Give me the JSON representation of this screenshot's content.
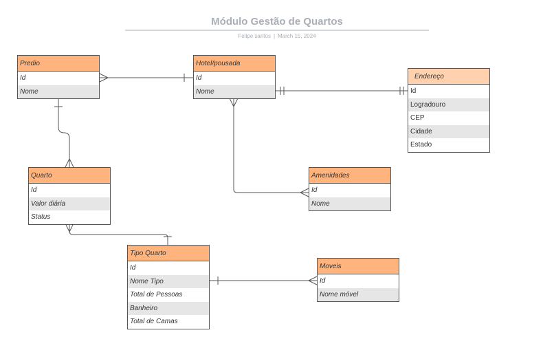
{
  "title": "Módulo Gestão de Quartos",
  "author": "Felipe santos",
  "separator": "|",
  "date": "March 15, 2024",
  "entities": {
    "predio": {
      "name": "Predio",
      "fields": [
        "Id",
        "Nome"
      ]
    },
    "hotel": {
      "name": "Hotel/pousada",
      "fields": [
        "Id",
        "Nome"
      ]
    },
    "endereco": {
      "name": "Endereço",
      "fields": [
        "Id",
        "Logradouro",
        "CEP",
        "Cidade",
        "Estado"
      ]
    },
    "quarto": {
      "name": "Quarto",
      "fields": [
        "Id",
        "Valor diária",
        "Status"
      ]
    },
    "amenidades": {
      "name": "Amenidades",
      "fields": [
        "Id",
        "Nome"
      ]
    },
    "tipo_quarto": {
      "name": "Tipo Quarto",
      "fields": [
        "Id",
        "Nome Tipo",
        "Total de Pessoas",
        "Banheiro",
        "Total de Camas"
      ]
    },
    "moveis": {
      "name": "Moveis",
      "fields": [
        "Id",
        "Nome móvel"
      ]
    }
  },
  "relationships": [
    {
      "from": "predio",
      "to": "hotel",
      "from_end": "many",
      "to_end": "one"
    },
    {
      "from": "hotel",
      "to": "endereco",
      "from_end": "one-mandatory",
      "to_end": "one-mandatory"
    },
    {
      "from": "hotel",
      "to": "amenidades",
      "from_end": "many",
      "to_end": "many"
    },
    {
      "from": "predio",
      "to": "quarto",
      "from_end": "one",
      "to_end": "many"
    },
    {
      "from": "quarto",
      "to": "tipo_quarto",
      "from_end": "many",
      "to_end": "one"
    },
    {
      "from": "tipo_quarto",
      "to": "moveis",
      "from_end": "one",
      "to_end": "many"
    }
  ],
  "colors": {
    "header": "#ffb47e",
    "header_light": "#ffd1ae",
    "row_alt": "#e6e6e6",
    "border": "#555555",
    "title": "#a9afb6"
  }
}
